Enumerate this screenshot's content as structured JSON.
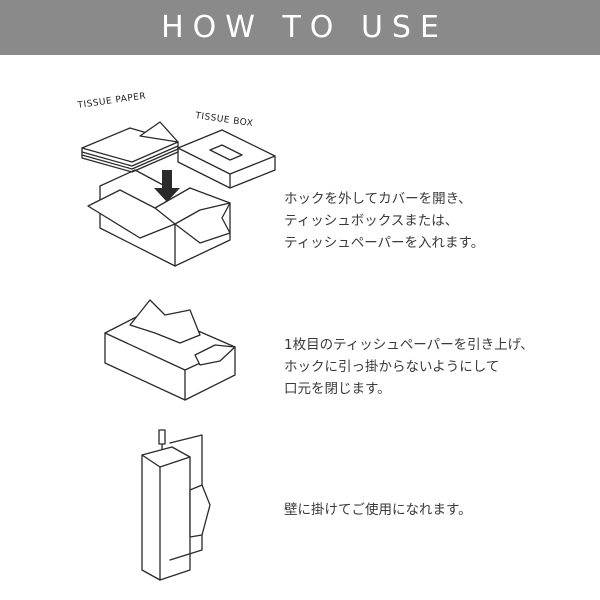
{
  "header": {
    "title": "HOW TO USE",
    "bg_color": "#8a8a8a",
    "text_color": "#ffffff"
  },
  "steps": [
    {
      "illustration_labels": {
        "tissue_paper": "TISSUE PAPER",
        "tissue_box": "TISSUE BOX"
      },
      "icon": "arrow-down-icon",
      "lines": [
        "ホックを外してカバーを開き、",
        "ティッシュボックスまたは、",
        "ティッシュペーパーを入れます。"
      ]
    },
    {
      "lines": [
        "1枚目のティッシュペーパーを引き上げ、",
        "ホックに引っ掛からないようにして",
        "口元を閉じます。"
      ]
    },
    {
      "icon": "wall-hook-icon",
      "lines": [
        "壁に掛けてご使用になれます。"
      ]
    }
  ]
}
